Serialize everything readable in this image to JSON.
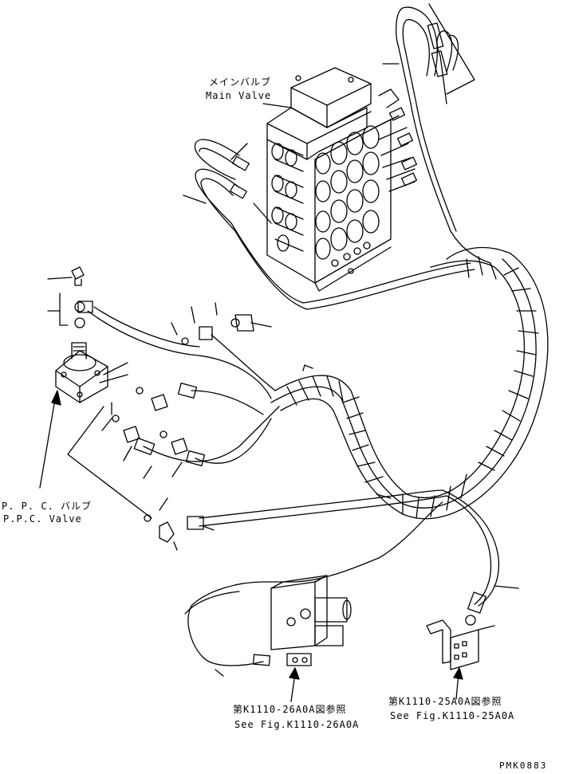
{
  "labels": {
    "main_valve_jp": "メインバルブ",
    "main_valve_en": "Main Valve",
    "ppc_valve_jp": "P. P. C. バルブ",
    "ppc_valve_en": "P.P.C. Valve",
    "ref_26a_jp": "第K1110-26A0A図参照",
    "ref_26a_en": "See Fig.K1110-26A0A",
    "ref_25a_jp": "第K1110-25A0A図参照",
    "ref_25a_en": "See Fig.K1110-25A0A",
    "drawing_code": "PMK0883"
  }
}
